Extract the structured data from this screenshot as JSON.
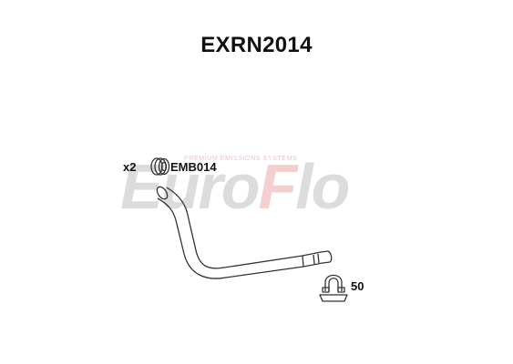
{
  "title": "EXRN2014",
  "logo": {
    "brand_main": "Euro",
    "brand_accent": "F",
    "brand_tail": "lo",
    "tagline": "PREMIUM EMISSIONS SYSTEMS"
  },
  "parts": {
    "gasket": {
      "quantity": "x2",
      "code": "EMB014"
    },
    "clamp": {
      "code": "50"
    }
  },
  "colors": {
    "outline": "#333333",
    "watermark_grey": "#dcdcdc",
    "watermark_accent": "#f3cfcf"
  }
}
